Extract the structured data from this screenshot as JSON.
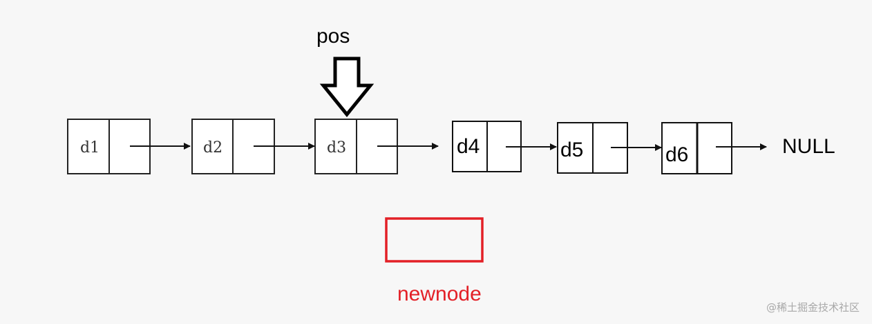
{
  "pointer": {
    "label": "pos"
  },
  "nodes": [
    {
      "label": "d1"
    },
    {
      "label": "d2"
    },
    {
      "label": "d3"
    },
    {
      "label": "d4"
    },
    {
      "label": "d5"
    },
    {
      "label": "d6"
    }
  ],
  "terminator": {
    "label": "NULL"
  },
  "new_node": {
    "label": "newnode"
  },
  "colors": {
    "stroke": "#111111",
    "highlight": "#e32027",
    "watermark": "#a8a8a8"
  },
  "watermark": "@稀土掘金技术社区"
}
